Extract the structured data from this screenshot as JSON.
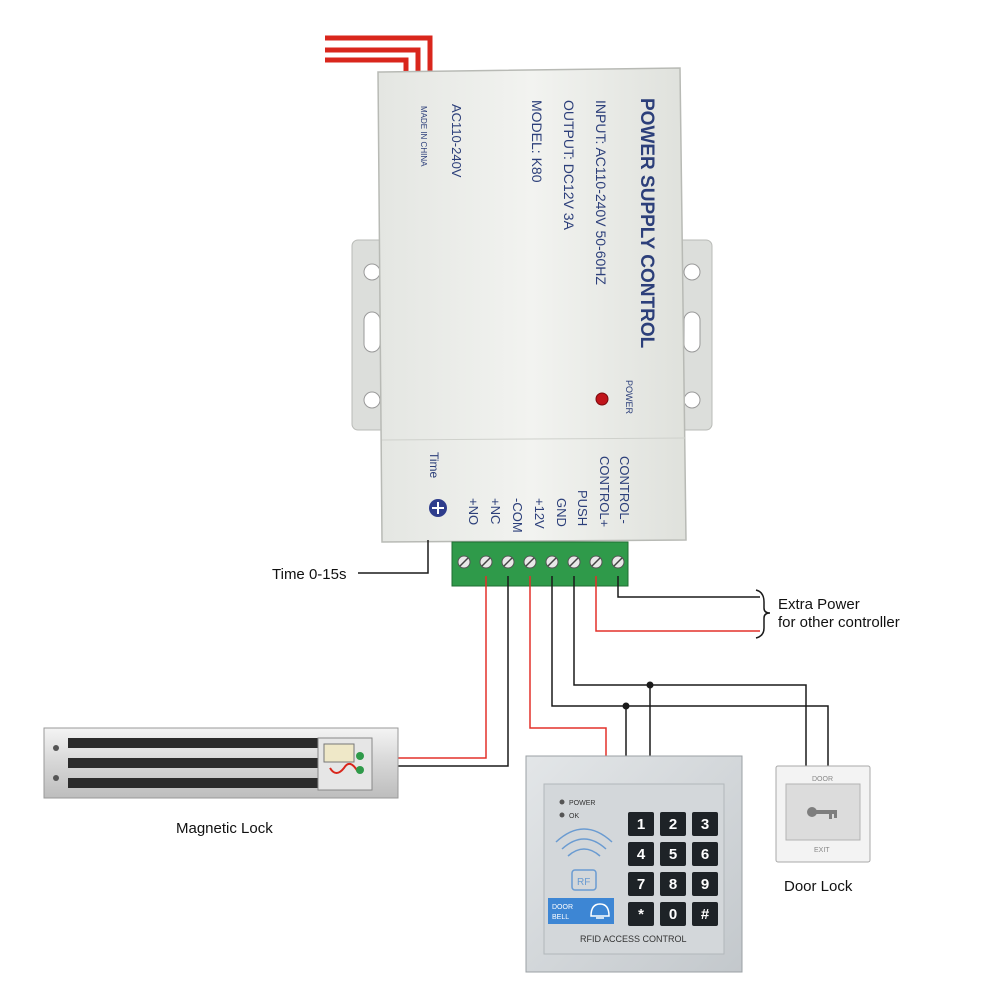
{
  "power_supply": {
    "title": "POWER SUPPLY CONTROL",
    "input": "INPUT: AC110-240V  50-60HZ",
    "output": "OUTPUT: DC12V  3A",
    "model": "MODEL: K80",
    "ac_range": "AC110-240V",
    "made_in": "MADE IN CHINA",
    "power_led_label": "POWER",
    "time_label": "Time",
    "terminals": [
      "CONTROL-",
      "CONTROL+",
      "PUSH",
      "GND",
      "+12V",
      "-COM",
      "+NC",
      "+NO"
    ]
  },
  "callouts": {
    "time": "Time 0-15s",
    "extra_power_line1": "Extra Power",
    "extra_power_line2": "for other controller"
  },
  "devices": {
    "magnetic_lock": "Magnetic Lock",
    "door_lock": "Door Lock",
    "door_lock_top": "DOOR",
    "door_lock_bottom": "EXIT"
  },
  "keypad": {
    "power_led": "POWER",
    "ok_led": "OK",
    "rf_badge": "RF",
    "doorbell_label1": "DOOR",
    "doorbell_label2": "BELL",
    "brand_text": "RFID ACCESS CONTROL",
    "keys": [
      "1",
      "2",
      "3",
      "4",
      "5",
      "6",
      "7",
      "8",
      "9",
      "*",
      "0",
      "#"
    ]
  },
  "colors": {
    "wire_red": "#e3302a",
    "wire_black": "#1a1a1a",
    "terminal_green": "#2f9a4a",
    "case": "#eceeea",
    "text_blue": "#2c3f7a"
  }
}
